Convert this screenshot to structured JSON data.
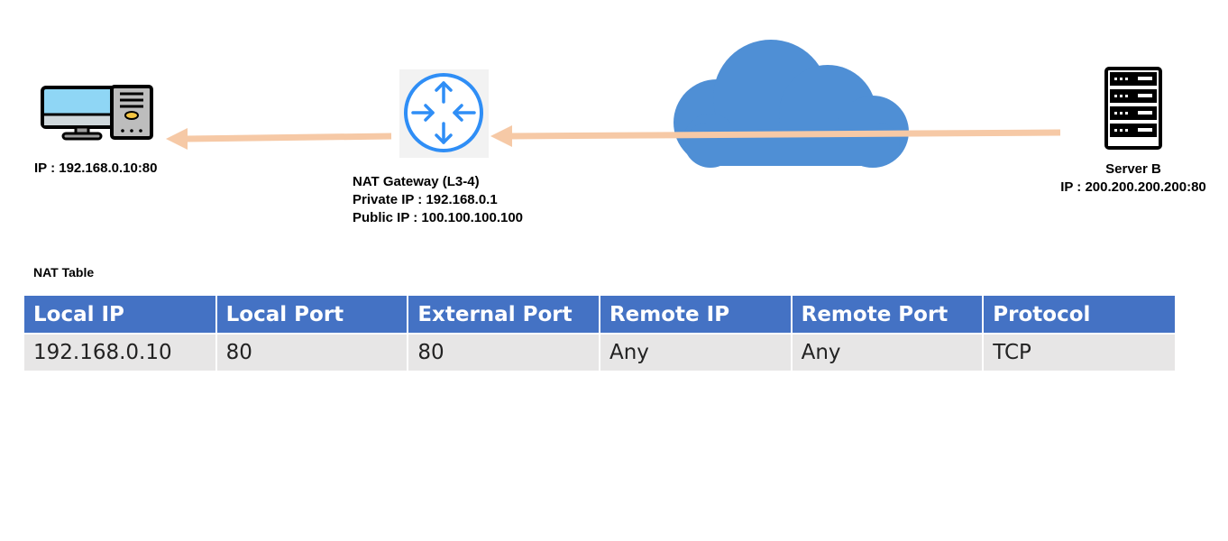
{
  "colors": {
    "arrow": "#f6c9a6",
    "router": "#2f8ef6",
    "cloud": "#4f8fd5",
    "table_header": "#4472c4",
    "table_row": "#e7e6e6"
  },
  "client": {
    "icon": "desktop-computer-icon",
    "ip_label": "IP : 192.168.0.10:80"
  },
  "gateway": {
    "icon": "router-icon",
    "name": "NAT Gateway (L3-4)",
    "private_ip": "Private IP : 192.168.0.1",
    "public_ip": "Public IP : 100.100.100.100"
  },
  "internet": {
    "icon": "cloud-icon"
  },
  "server": {
    "icon": "server-rack-icon",
    "name": "Server B",
    "ip_label": "IP : 200.200.200.200:80"
  },
  "nat_table": {
    "title": "NAT Table",
    "headers": [
      "Local IP",
      "Local Port",
      "External Port",
      "Remote IP",
      "Remote Port",
      "Protocol"
    ],
    "rows": [
      [
        "192.168.0.10",
        "80",
        "80",
        "Any",
        "Any",
        "TCP"
      ]
    ]
  }
}
